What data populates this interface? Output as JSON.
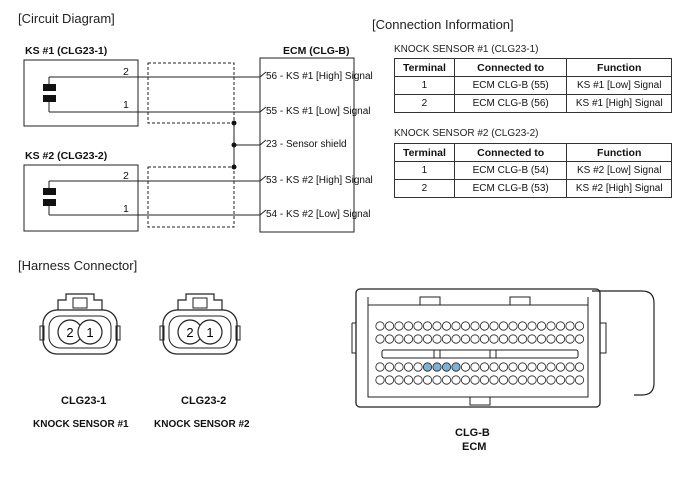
{
  "sections": {
    "circuit_title": "[Circuit Diagram]",
    "connection_title": "[Connection Information]",
    "harness_title": "[Harness Connector]"
  },
  "circuit": {
    "ks1_title": "KS #1 (CLG23-1)",
    "ks2_title": "KS #2 (CLG23-2)",
    "ecm_title": "ECM (CLG-B)",
    "pins": [
      "2",
      "1",
      "2",
      "1"
    ],
    "ecm_lines": [
      "56 - KS #1 [High] Signal",
      "55 - KS #1 [Low] Signal",
      "23 - Sensor shield",
      "53 - KS #2 [High] Signal",
      "54 - KS #2 [Low] Signal"
    ]
  },
  "connection": {
    "headers": [
      "Terminal",
      "Connected to",
      "Function"
    ],
    "tables": [
      {
        "title": "KNOCK SENSOR #1 (CLG23-1)",
        "rows": [
          [
            "1",
            "ECM CLG-B (55)",
            "KS #1 [Low] Signal"
          ],
          [
            "2",
            "ECM CLG-B (56)",
            "KS #1 [High] Signal"
          ]
        ]
      },
      {
        "title": "KNOCK SENSOR #2 (CLG23-2)",
        "rows": [
          [
            "1",
            "ECM CLG-B (54)",
            "KS #2 [Low] Signal"
          ],
          [
            "2",
            "ECM CLG-B (53)",
            "KS #2 [High] Signal"
          ]
        ]
      }
    ]
  },
  "harness": {
    "c1": {
      "id": "CLG23-1",
      "name": "KNOCK SENSOR #1",
      "pins": [
        "2",
        "1"
      ]
    },
    "c2": {
      "id": "CLG23-2",
      "name": "KNOCK SENSOR #2",
      "pins": [
        "2",
        "1"
      ]
    },
    "ecm": {
      "id": "CLG-B",
      "name": "ECM"
    },
    "highlight_color": "#7fb3d5"
  }
}
